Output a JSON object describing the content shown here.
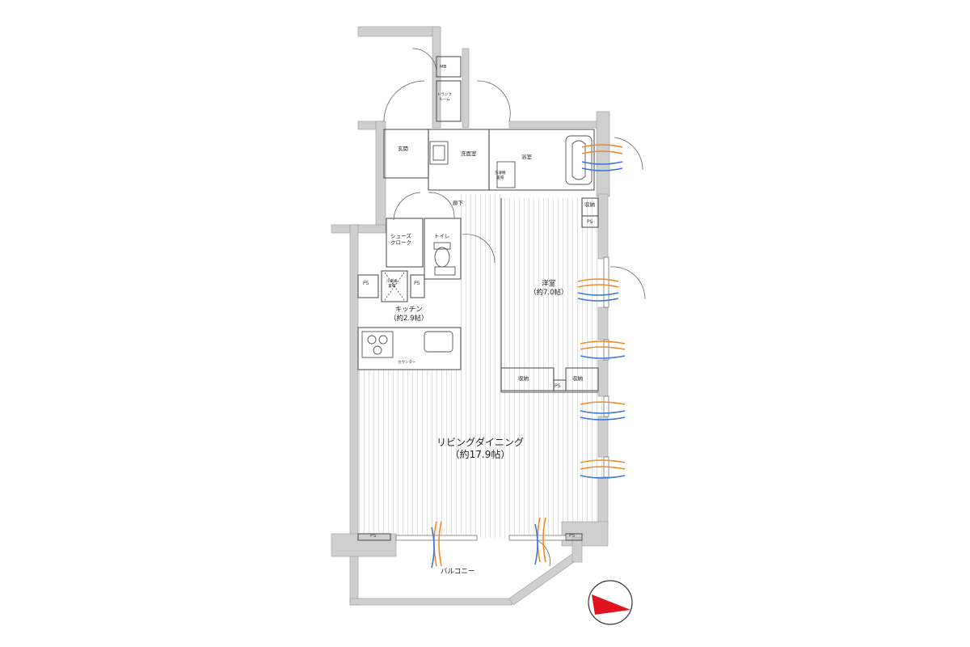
{
  "rooms": {
    "mb": "MB",
    "trunk_room": [
      "トランク",
      "ルーム"
    ],
    "entrance": "玄関",
    "washroom": "洗面室",
    "bathroom": "浴室",
    "washer_space": [
      "洗濯機",
      "置場"
    ],
    "hallway": "廊下",
    "shoe_closet": [
      "シューズ",
      "クローク"
    ],
    "toilet": "トイレ",
    "western_room": [
      "洋室",
      "（約7.0帖）"
    ],
    "storage_1": "収納",
    "storage_2": "収納",
    "storage_3": "収納",
    "kitchen": [
      "キッチン",
      "（約2.9帖）"
    ],
    "fridge_space": [
      "冷蔵庫",
      "置場"
    ],
    "counter": "カウンター",
    "living_dining": [
      "リビングダイニング",
      "（約17.9帖）"
    ],
    "balcony": "バルコニー",
    "ps_labels": [
      "PS",
      "PS",
      "PS",
      "PS",
      "PS",
      "PS"
    ]
  },
  "compass_color": "#e0141e",
  "colors": {
    "wall": "#cfcfcf",
    "floor_lines": "#e2e2e2",
    "orange_arrow": "#f08a24",
    "blue_arrow": "#3c78d8"
  }
}
